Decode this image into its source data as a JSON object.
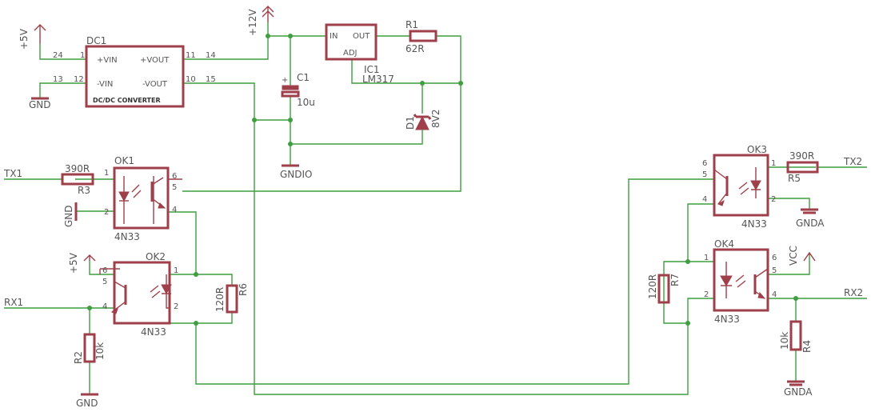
{
  "power": {
    "p5v_left": "+5V",
    "p12v": "+12V",
    "p5v_ok2": "+5V",
    "vcc": "VCC"
  },
  "grounds": {
    "gnd_dc": "GND",
    "gndio": "GNDIO",
    "gnd_ok1": "GND",
    "gnd_r2": "GND",
    "gnda_ok3": "GNDA",
    "gnda_r4": "GNDA"
  },
  "dc1": {
    "name": "DC1",
    "title": "DC/DC CONVERTER",
    "pins": {
      "vin_p": "+VIN",
      "vin_n": "-VIN",
      "vout_p": "+VOUT",
      "vout_n": "-VOUT"
    },
    "pin_nums": {
      "p1": "1",
      "p12": "12",
      "p11": "11",
      "p10": "10"
    },
    "wire_nums": {
      "n24": "24",
      "n13": "13",
      "n14": "14",
      "n15": "15"
    }
  },
  "ic1": {
    "name": "IC1",
    "value": "LM317",
    "pin_in": "IN",
    "pin_out": "OUT",
    "pin_adj": "ADJ"
  },
  "c1": {
    "name": "C1",
    "value": "10u"
  },
  "r1": {
    "name": "R1",
    "value": "62R"
  },
  "d1": {
    "name": "D1",
    "value": "8V2"
  },
  "ok1": {
    "name": "OK1",
    "part": "4N33",
    "pins": {
      "p1": "1",
      "p2": "2",
      "p4": "4",
      "p5": "5",
      "p6": "6"
    }
  },
  "ok2": {
    "name": "OK2",
    "part": "4N33",
    "pins": {
      "p1": "1",
      "p2": "2",
      "p4": "4",
      "p5": "5",
      "p6": "6"
    }
  },
  "ok3": {
    "name": "OK3",
    "part": "4N33",
    "pins": {
      "p1": "1",
      "p2": "2",
      "p4": "4",
      "p5": "5",
      "p6": "6"
    }
  },
  "ok4": {
    "name": "OK4",
    "part": "4N33",
    "pins": {
      "p1": "1",
      "p2": "2",
      "p4": "4",
      "p5": "5",
      "p6": "6"
    }
  },
  "r3": {
    "name": "R3",
    "value": "390R"
  },
  "r5": {
    "name": "R5",
    "value": "390R"
  },
  "r6": {
    "name": "R6",
    "value": "120R"
  },
  "r7": {
    "name": "R7",
    "value": "120R"
  },
  "r2": {
    "name": "R2",
    "value": "10k"
  },
  "r4": {
    "name": "R4",
    "value": "10k"
  },
  "nets": {
    "tx1": "TX1",
    "rx1": "RX1",
    "tx2": "TX2",
    "rx2": "RX2"
  }
}
